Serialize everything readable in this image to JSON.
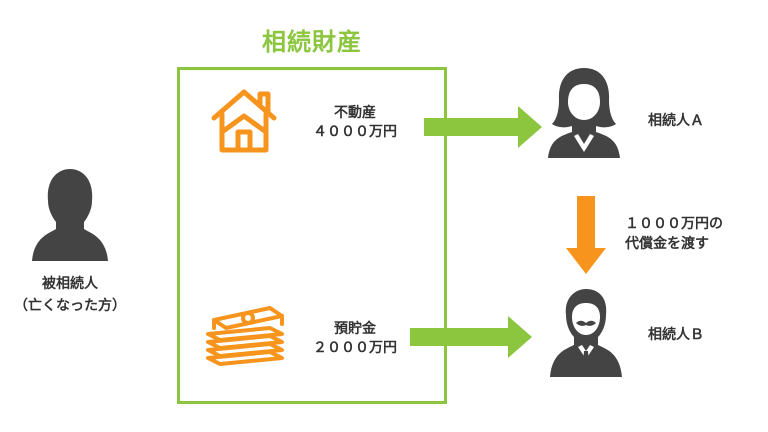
{
  "colors": {
    "green": "#8cc63f",
    "orange": "#f7941d",
    "dark": "#444444",
    "text": "#333333"
  },
  "title": "相続財産",
  "decedent": {
    "icon": "person-icon",
    "line1": "被相続人",
    "line2": "（亡くなった方）"
  },
  "assets": [
    {
      "icon": "house-icon",
      "name": "不動産",
      "value": "４０００万円"
    },
    {
      "icon": "money-stack-icon",
      "name": "預貯金",
      "value": "２０００万円"
    }
  ],
  "heirs": [
    {
      "icon": "woman-icon",
      "name": "相続人Ａ"
    },
    {
      "icon": "man-mustache-icon",
      "name": "相続人Ｂ"
    }
  ],
  "compensation": {
    "line1": "１０００万円の",
    "line2": "代償金を渡す"
  }
}
